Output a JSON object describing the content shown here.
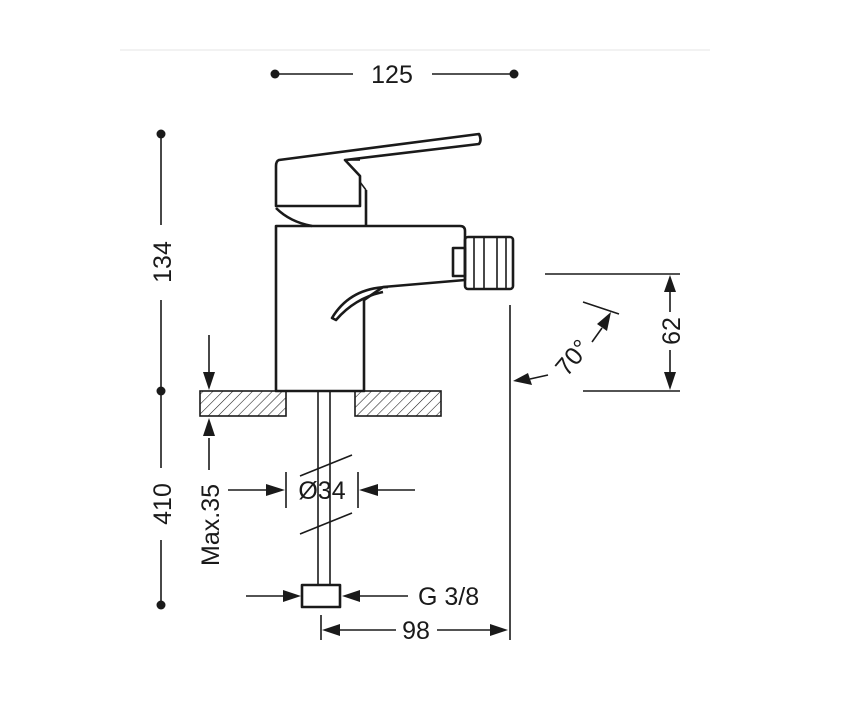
{
  "labels": {
    "width_125": "125",
    "height_134": "134",
    "spout_62": "62",
    "angle_70": "70°",
    "total_410": "410",
    "max_35": "Max.35",
    "diameter_34": "Ø34",
    "thread_g38": "G 3/8",
    "reach_98": "98"
  }
}
